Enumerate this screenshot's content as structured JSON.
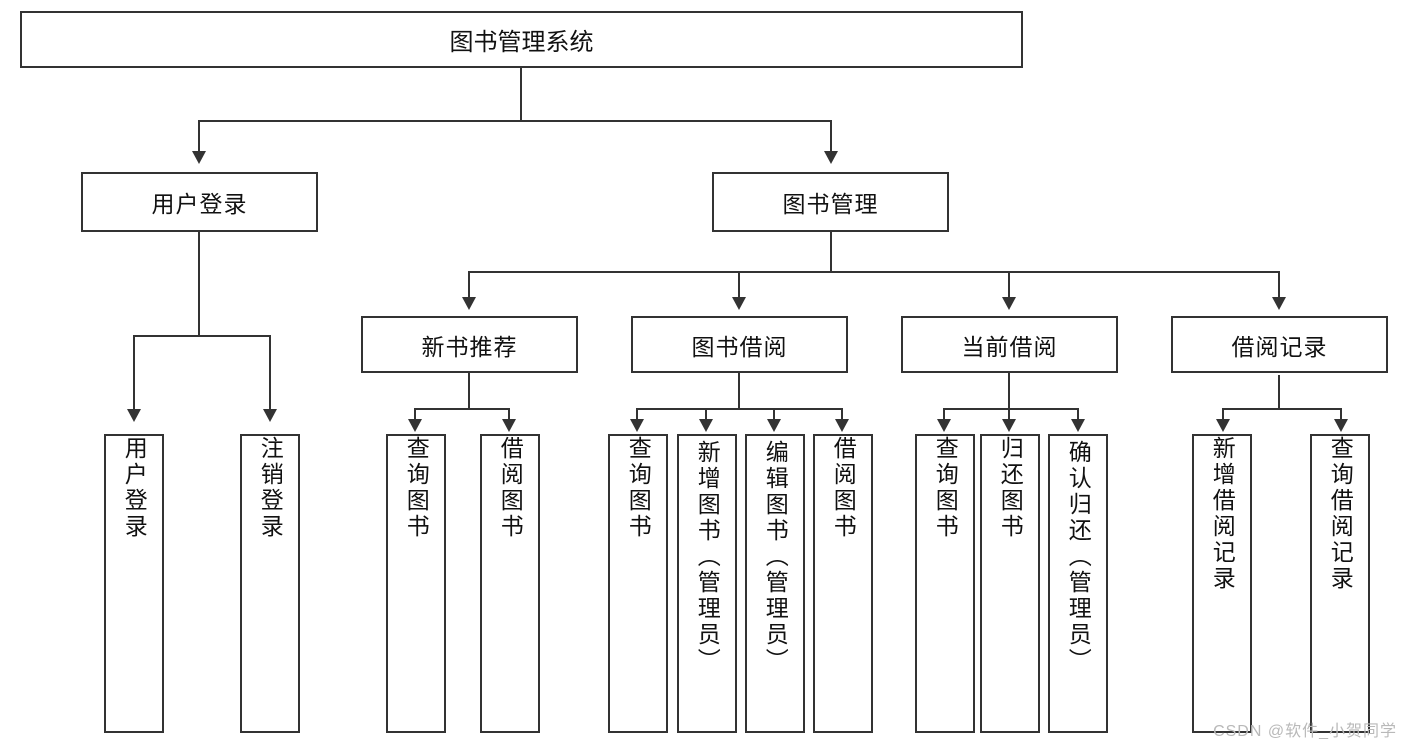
{
  "diagram": {
    "type": "tree-hierarchy-diagram",
    "title": "图书管理系统",
    "watermark": "CSDN @软件_小贺同学",
    "colors": {
      "stroke": "#333333",
      "background": "#ffffff",
      "text": "#111111",
      "watermark": "#b9b9b9"
    },
    "root": {
      "label": "图书管理系统"
    },
    "level2": [
      {
        "label": "用户登录"
      },
      {
        "label": "图书管理"
      }
    ],
    "level3": [
      {
        "label": "新书推荐"
      },
      {
        "label": "图书借阅"
      },
      {
        "label": "当前借阅"
      },
      {
        "label": "借阅记录"
      }
    ],
    "leaves": {
      "user_login": [
        {
          "label": "用户登录"
        },
        {
          "label": "注销登录"
        }
      ],
      "new_book_recommend": [
        {
          "label": "查询图书"
        },
        {
          "label": "借阅图书"
        }
      ],
      "book_borrow": [
        {
          "label": "查询图书"
        },
        {
          "label": "新增图书（管理员）"
        },
        {
          "label": "编辑图书（管理员）"
        },
        {
          "label": "借阅图书"
        }
      ],
      "current_borrow": [
        {
          "label": "查询图书"
        },
        {
          "label": "归还图书"
        },
        {
          "label": "确认归还（管理员）"
        }
      ],
      "borrow_record": [
        {
          "label": "新增借阅记录"
        },
        {
          "label": "查询借阅记录"
        }
      ]
    }
  }
}
